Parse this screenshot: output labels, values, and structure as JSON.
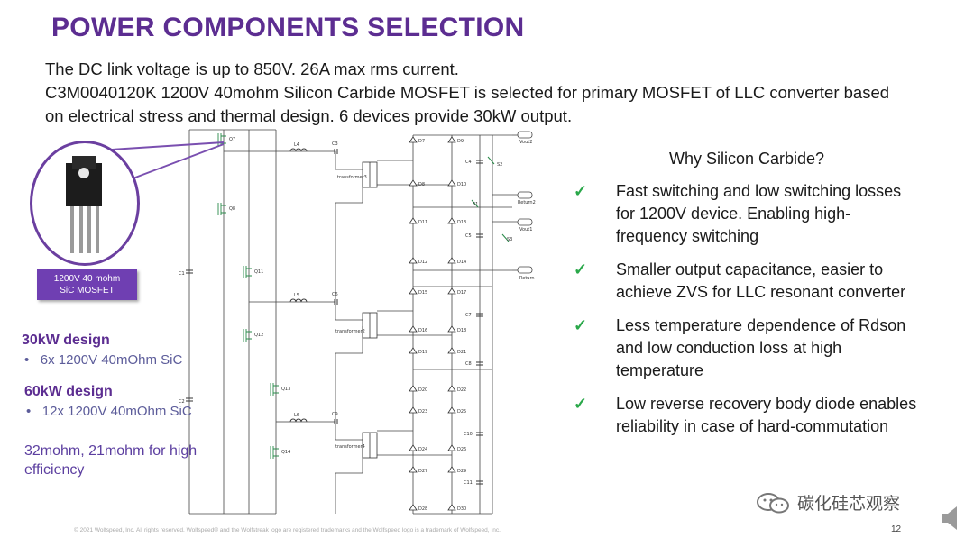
{
  "title": "POWER COMPONENTS SELECTION",
  "intro": {
    "line1": "The DC link voltage is up to 850V. 26A max rms current.",
    "line2": "C3M0040120K 1200V 40mohm Silicon Carbide MOSFET is selected for primary MOSFET of LLC converter based",
    "line3": "on electrical stress and thermal design. 6 devices provide 30kW output."
  },
  "device_badge": {
    "line1": "1200V 40 mohm",
    "line2": "SiC MOSFET"
  },
  "designs": [
    {
      "heading": "30kW design",
      "item": "6x 1200V 40mOhm SiC"
    },
    {
      "heading": "60kW design",
      "item": "12x 1200V 40mOhm SiC"
    }
  ],
  "high_efficiency_note": {
    "line1": "32mohm, 21mohm for high",
    "line2": "efficiency"
  },
  "why": {
    "title": "Why Silicon Carbide?",
    "bullets": [
      {
        "lines": [
          "Fast switching and low switching losses",
          "for 1200V device. Enabling high-",
          "frequency switching"
        ]
      },
      {
        "lines": [
          "Smaller output capacitance, easier to",
          "achieve ZVS for LLC resonant converter"
        ]
      },
      {
        "lines": [
          "Less temperature dependence of Rdson",
          "and low conduction loss at high",
          "temperature"
        ]
      },
      {
        "lines": [
          "Low reverse recovery body diode enables",
          "reliability in case of hard-commutation"
        ]
      }
    ]
  },
  "schematic": {
    "mosfets": [
      "Q7",
      "Q8",
      "Q11",
      "Q12",
      "Q13",
      "Q14"
    ],
    "dc_caps": [
      "C1",
      "C2"
    ],
    "inductors": [
      "L4",
      "L5",
      "L6"
    ],
    "series_caps": [
      "C3",
      "C6",
      "C9"
    ],
    "transformers": [
      "transformer3",
      "transformer2",
      "transformer4"
    ],
    "diodes_left": [
      "D7",
      "D8",
      "D11",
      "D12",
      "D15",
      "D16",
      "D19",
      "D20",
      "D23",
      "D24",
      "D27",
      "D28"
    ],
    "diodes_right": [
      "D9",
      "D10",
      "D13",
      "D14",
      "D17",
      "D18",
      "D21",
      "D22",
      "D25",
      "D26",
      "D29",
      "D30"
    ],
    "out_caps": [
      "C4",
      "C5",
      "C7",
      "C8",
      "C10",
      "C11"
    ],
    "switches": [
      "S1",
      "S2",
      "S3"
    ],
    "terminals": [
      "Vout2",
      "Return2",
      "Vout1",
      "Return"
    ]
  },
  "footer": "© 2021 Wolfspeed, Inc. All rights reserved. Wolfspeed® and the Wolfstreak logo are registered trademarks and the Wolfspeed logo is a trademark of Wolfspeed, Inc.",
  "page_number": "12",
  "watermark": "碳化硅芯观察",
  "colors": {
    "accent": "#5c2d91",
    "badge": "#6f3fb2",
    "check": "#2aa84a"
  }
}
